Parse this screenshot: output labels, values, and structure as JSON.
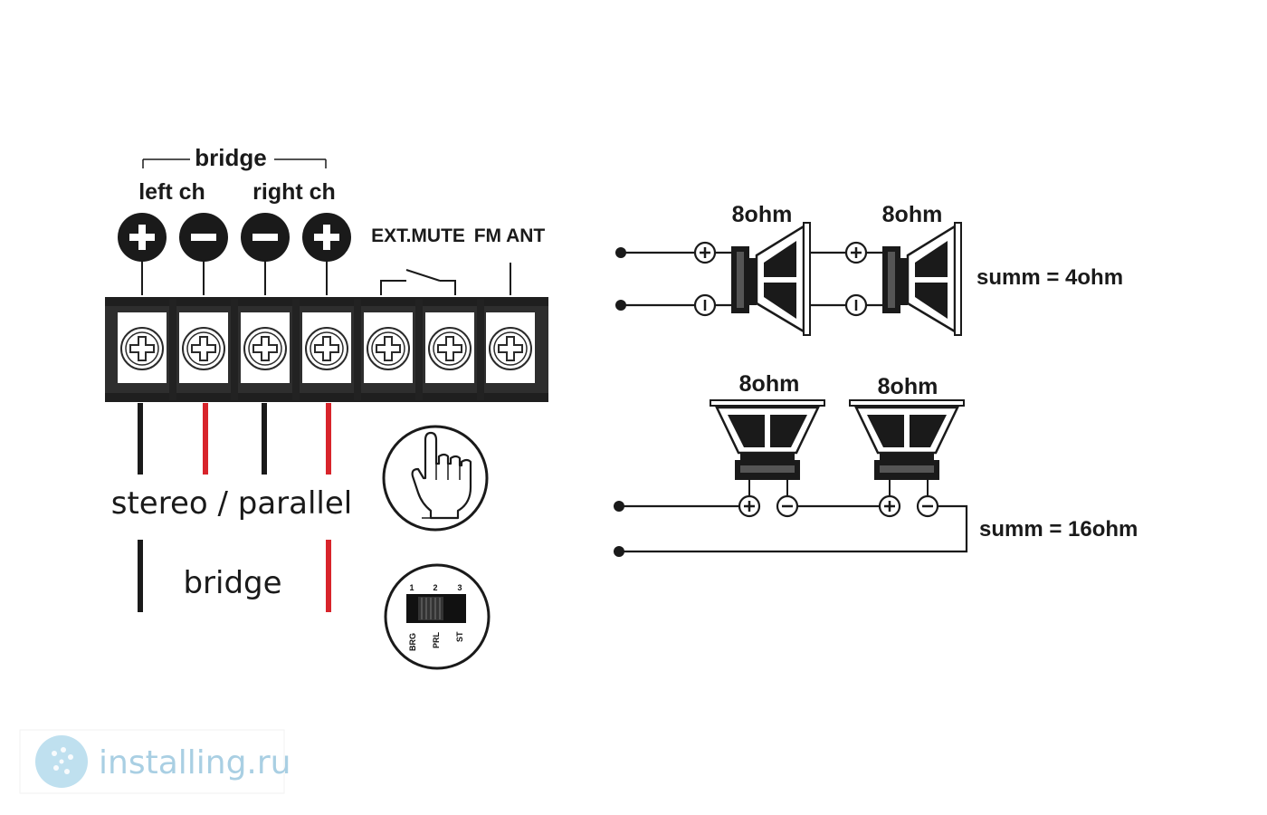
{
  "terminal_block": {
    "bridge_label": "bridge",
    "left_ch_label": "left ch",
    "right_ch_label": "right ch",
    "ext_mute_label": "EXT.MUTE",
    "fm_ant_label": "FM ANT",
    "top_terminal_signs": [
      "+",
      "−",
      "−",
      "+"
    ],
    "block_color": "#303030",
    "wire_colors": [
      "#1a1a1a",
      "#d8242b",
      "#1a1a1a",
      "#d8242b"
    ]
  },
  "modes": {
    "stereo_parallel_label": "stereo / parallel",
    "bridge_label": "bridge"
  },
  "switch": {
    "positions": [
      "1",
      "2",
      "3"
    ],
    "modes": [
      "BRG",
      "PRL",
      "ST"
    ]
  },
  "speakers": {
    "parallel": {
      "ohm_labels": [
        "8ohm",
        "8ohm"
      ],
      "sum_label": "summ = 4ohm"
    },
    "series": {
      "ohm_labels": [
        "8ohm",
        "8ohm"
      ],
      "sum_label": "summ = 16ohm"
    }
  },
  "watermark": {
    "text": "installing.ru"
  },
  "icons": {
    "hand": "pointing-hand-icon",
    "screw": "phillips-screw-icon"
  }
}
